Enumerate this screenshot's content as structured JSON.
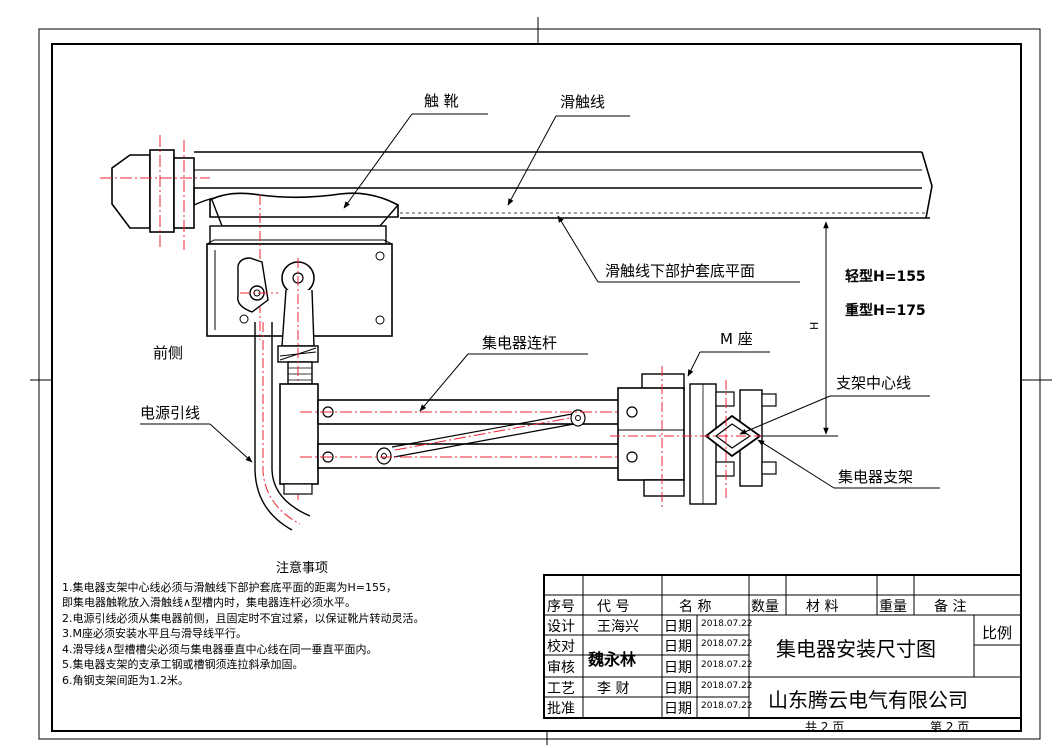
{
  "labels": {
    "shoe": "触 靴",
    "trolley_line": "滑触线",
    "bottom_plane": "滑触线下部护套底平面",
    "light_type": "轻型H=155",
    "heavy_type": "重型H=175",
    "h_dim": "H",
    "front_side": "前侧",
    "power_lead": "电源引线",
    "link_rod": "集电器连杆",
    "m_seat": "M 座",
    "bracket_centerline": "支架中心线",
    "collector_bracket": "集电器支架"
  },
  "notes": {
    "title": "注意事项",
    "items": [
      "1.集电器支架中心线必须与滑触线下部护套底平面的距离为H=155，",
      "   即集电器触靴放入滑触线∧型槽内时，集电器连杆必须水平。",
      "2.电源引线必须从集电器前侧，且固定时不宜过紧，以保证靴片转动灵活。",
      "3.M座必须安装水平且与滑导线平行。",
      "4.滑导线∧型槽槽尖必须与集电器垂直中心线在同一垂直平面内。",
      "5.集电器支架的支承工钢或槽钢须连拉斜承加固。",
      "6.角钢支架间距为1.2米。"
    ]
  },
  "title_block": {
    "headers": {
      "seq": "序号",
      "code": "代  号",
      "name": "名  称",
      "qty": "数量",
      "material": "材  料",
      "weight": "重量",
      "remark": "备    注"
    },
    "roles": [
      "设计",
      "校对",
      "审核",
      "工艺",
      "批准"
    ],
    "persons": [
      "王海兴",
      "魏永林",
      "",
      "李  财",
      ""
    ],
    "date_label": "日期",
    "dates": [
      "2018.07.22",
      "2018.07.22",
      "2018.07.22",
      "2018.07.22",
      "2018.07.22"
    ],
    "drawing_title": "集电器安装尺寸图",
    "scale_label": "比例",
    "company": "山东腾云电气有限公司",
    "total_pages": "共 2 页",
    "page_no": "第 2 页"
  }
}
